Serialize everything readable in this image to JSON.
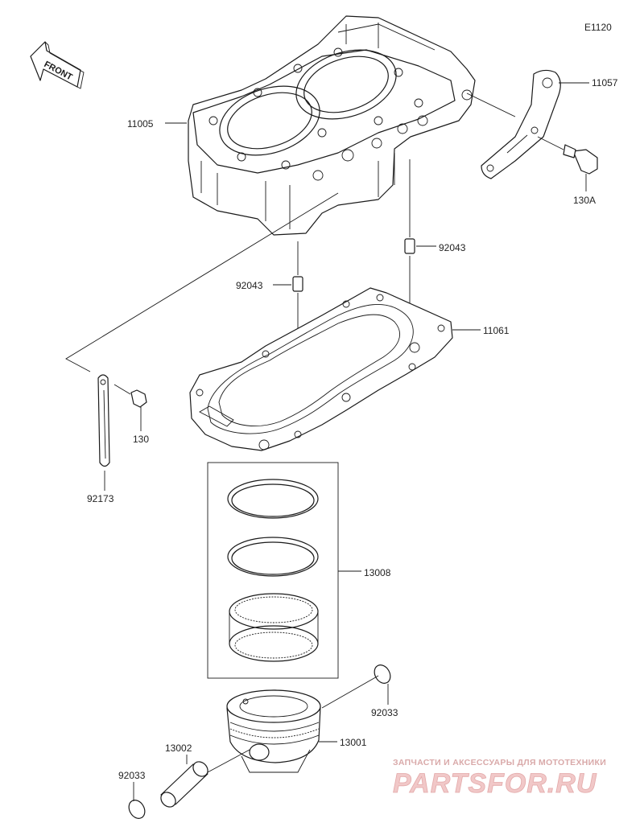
{
  "diagram_code": "E1120",
  "front_label": "FRONT",
  "colors": {
    "line": "#1a1a1a",
    "watermark": "#d9a9a9"
  },
  "parts": [
    {
      "id": "11005"
    },
    {
      "id": "11057"
    },
    {
      "id": "130A"
    },
    {
      "id": "92043"
    },
    {
      "id": "92043"
    },
    {
      "id": "11061"
    },
    {
      "id": "130"
    },
    {
      "id": "92173"
    },
    {
      "id": "13008"
    },
    {
      "id": "92033"
    },
    {
      "id": "13002"
    },
    {
      "id": "13001"
    },
    {
      "id": "92033"
    }
  ],
  "watermark": {
    "tagline": "ЗАПЧАСТИ И АКСЕССУАРЫ ДЛЯ МОТОТЕХНИКИ",
    "brand": "PARTSFOR.RU"
  }
}
